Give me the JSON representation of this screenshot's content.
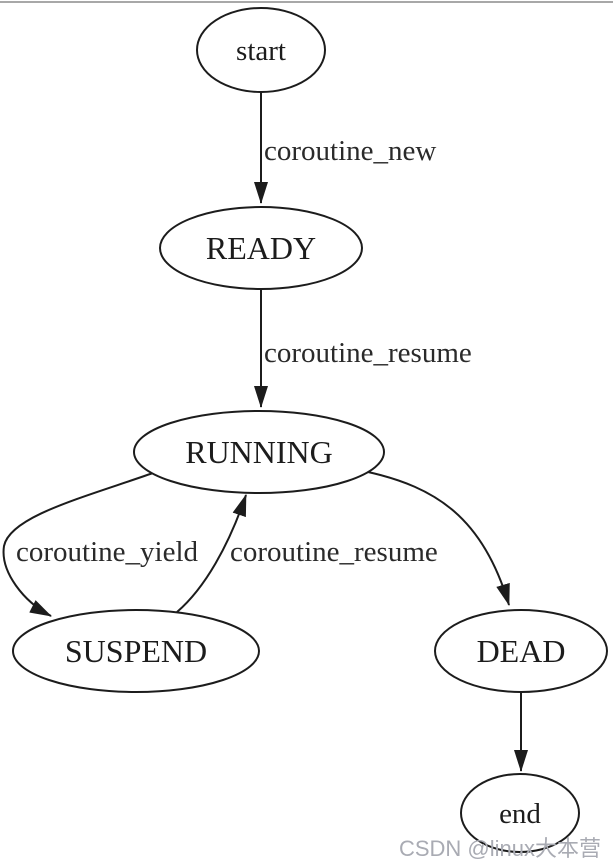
{
  "diagram": {
    "type": "state-diagram",
    "subject": "coroutine lifecycle",
    "colors": {
      "stroke": "#1c1c1c",
      "background": "#ffffff",
      "top_border": "#a8a8a8",
      "watermark": "#a9abb3"
    },
    "nodes": [
      {
        "id": "start",
        "label": "start",
        "shape": "ellipse"
      },
      {
        "id": "ready",
        "label": "READY",
        "shape": "ellipse"
      },
      {
        "id": "running",
        "label": "RUNNING",
        "shape": "ellipse"
      },
      {
        "id": "suspend",
        "label": "SUSPEND",
        "shape": "ellipse"
      },
      {
        "id": "dead",
        "label": "DEAD",
        "shape": "ellipse"
      },
      {
        "id": "end",
        "label": "end",
        "shape": "ellipse"
      }
    ],
    "edges": [
      {
        "from": "start",
        "to": "ready",
        "label": "coroutine_new"
      },
      {
        "from": "ready",
        "to": "running",
        "label": "coroutine_resume"
      },
      {
        "from": "running",
        "to": "suspend",
        "label": "coroutine_yield"
      },
      {
        "from": "suspend",
        "to": "running",
        "label": "coroutine_resume"
      },
      {
        "from": "running",
        "to": "dead",
        "label": ""
      },
      {
        "from": "dead",
        "to": "end",
        "label": ""
      }
    ]
  },
  "watermark": {
    "text": "CSDN @linux大本营"
  }
}
